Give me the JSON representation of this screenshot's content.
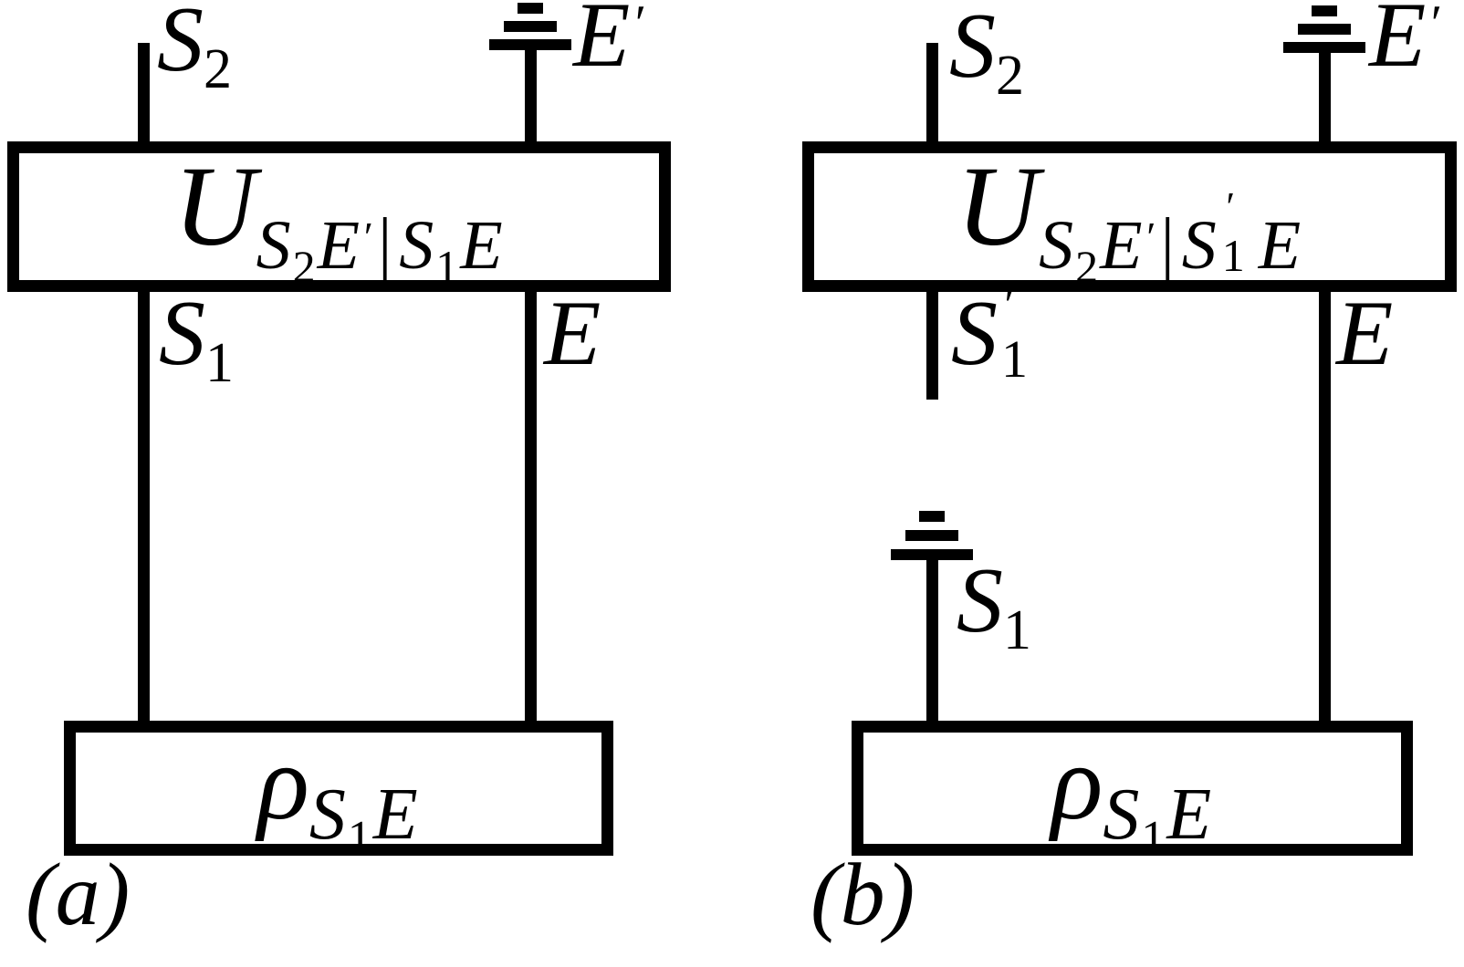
{
  "colors": {
    "ink": "#000000",
    "background": "#ffffff"
  },
  "panel_a": {
    "caption": "(a)",
    "unitary_label": {
      "op": "U",
      "sub1": "S",
      "sub1_idx": "2",
      "sub2": "E",
      "sub2_prime": "′",
      "bar": "|",
      "sub3": "S",
      "sub3_idx": "1",
      "sub4": "E"
    },
    "state_label": {
      "op": "ρ",
      "sub1": "S",
      "sub1_idx": "1",
      "sub2": "E"
    },
    "wire_s2": {
      "letter": "S",
      "index": "2"
    },
    "wire_e_prime": {
      "letter": "E",
      "prime": "′"
    },
    "wire_s1": {
      "letter": "S",
      "index": "1"
    },
    "wire_e": {
      "letter": "E"
    }
  },
  "panel_b": {
    "caption": "(b)",
    "unitary_label": {
      "op": "U",
      "sub1": "S",
      "sub1_idx": "2",
      "sub2": "E",
      "sub2_prime": "′",
      "bar": "|",
      "sub3": "S",
      "sub3_prime": "′",
      "sub3_idx": "1",
      "sub4": "E"
    },
    "state_label": {
      "op": "ρ",
      "sub1": "S",
      "sub1_idx": "1",
      "sub2": "E"
    },
    "wire_s2": {
      "letter": "S",
      "index": "2"
    },
    "wire_e_prime": {
      "letter": "E",
      "prime": "′"
    },
    "wire_s1_prime": {
      "letter": "S",
      "prime": "′",
      "index": "1"
    },
    "wire_e": {
      "letter": "E"
    },
    "wire_s1_ground": {
      "letter": "S",
      "index": "1"
    }
  }
}
